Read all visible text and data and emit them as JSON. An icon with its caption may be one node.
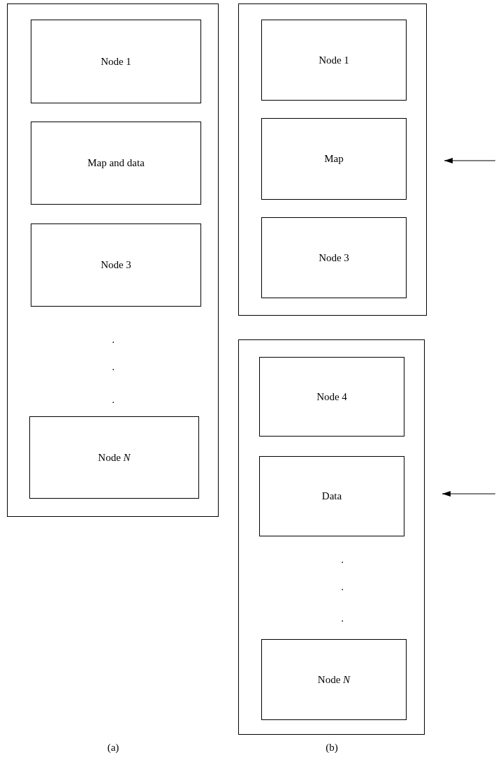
{
  "diagram": {
    "nodes": [
      {
        "text": [],
        "shape": "box"
      },
      {
        "text": [
          "Node 1"
        ],
        "in": 0
      },
      {
        "text": [
          "Map and data"
        ],
        "in": 0
      },
      {
        "text": [
          "Node 3"
        ],
        "in": 0
      },
      {
        "text": [
          "Node *N*"
        ],
        "in": 0
      },
      {
        "text": [],
        "shape": "box"
      },
      {
        "text": [
          "Node 1"
        ],
        "in": 5
      },
      {
        "text": [
          "Map"
        ],
        "in": 5
      },
      {
        "text": [
          "Node 3"
        ],
        "in": 5
      },
      {
        "text": [],
        "shape": "box"
      },
      {
        "text": [
          "Node 4"
        ],
        "in": 9
      },
      {
        "text": [
          "Data"
        ],
        "in": 9
      },
      {
        "text": [
          "Node *N*"
        ],
        "in": 9
      }
    ],
    "edges": [
      {
        "from": null,
        "to": 5,
        "arrow": "to"
      },
      {
        "from": null,
        "to": 9,
        "arrow": "to"
      }
    ],
    "labels": [
      ".",
      ".",
      ".",
      ".",
      ".",
      ".",
      "(a)",
      "(b)"
    ]
  }
}
